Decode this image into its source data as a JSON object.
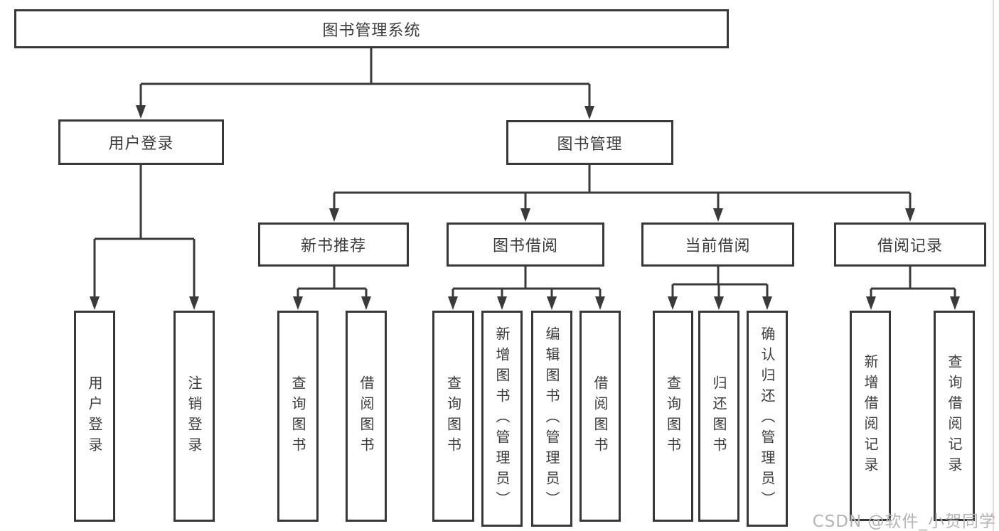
{
  "tree": {
    "root": {
      "label": "图书管理系统",
      "children": [
        {
          "label": "用户登录",
          "children": [
            {
              "label": "用户登录"
            },
            {
              "label": "注销登录"
            }
          ]
        },
        {
          "label": "图书管理",
          "children": [
            {
              "label": "新书推荐",
              "children": [
                {
                  "label": "查询图书"
                },
                {
                  "label": "借阅图书"
                }
              ]
            },
            {
              "label": "图书借阅",
              "children": [
                {
                  "label": "查询图书"
                },
                {
                  "label": "新增图书（管理员）"
                },
                {
                  "label": "编辑图书（管理员）"
                },
                {
                  "label": "借阅图书"
                }
              ]
            },
            {
              "label": "当前借阅",
              "children": [
                {
                  "label": "查询图书"
                },
                {
                  "label": "归还图书"
                },
                {
                  "label": "确认归还（管理员）"
                }
              ]
            },
            {
              "label": "借阅记录",
              "children": [
                {
                  "label": "新增借阅记录"
                },
                {
                  "label": "查询借阅记录"
                }
              ]
            }
          ]
        }
      ]
    }
  },
  "watermark": {
    "text": "CSDN @软件_小贺同学"
  },
  "colors": {
    "line": "#3a3a3a",
    "box_border": "#383838",
    "text": "#3c3c3c",
    "watermark": "#b5b5b5",
    "right_edge_tint": "#f5caca"
  }
}
